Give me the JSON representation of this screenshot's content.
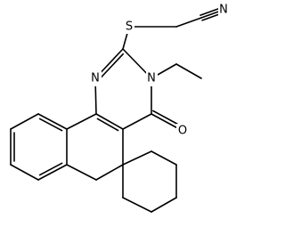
{
  "molecule": {
    "atoms": {
      "sulfur": "S",
      "nitrile_nitrogen": "N",
      "ring_nitrogen_1": "N",
      "ring_nitrogen_3": "N",
      "carbonyl_oxygen": "O"
    }
  },
  "colors": {
    "bond": "#000000",
    "label": "#000000",
    "background": "#ffffff"
  }
}
